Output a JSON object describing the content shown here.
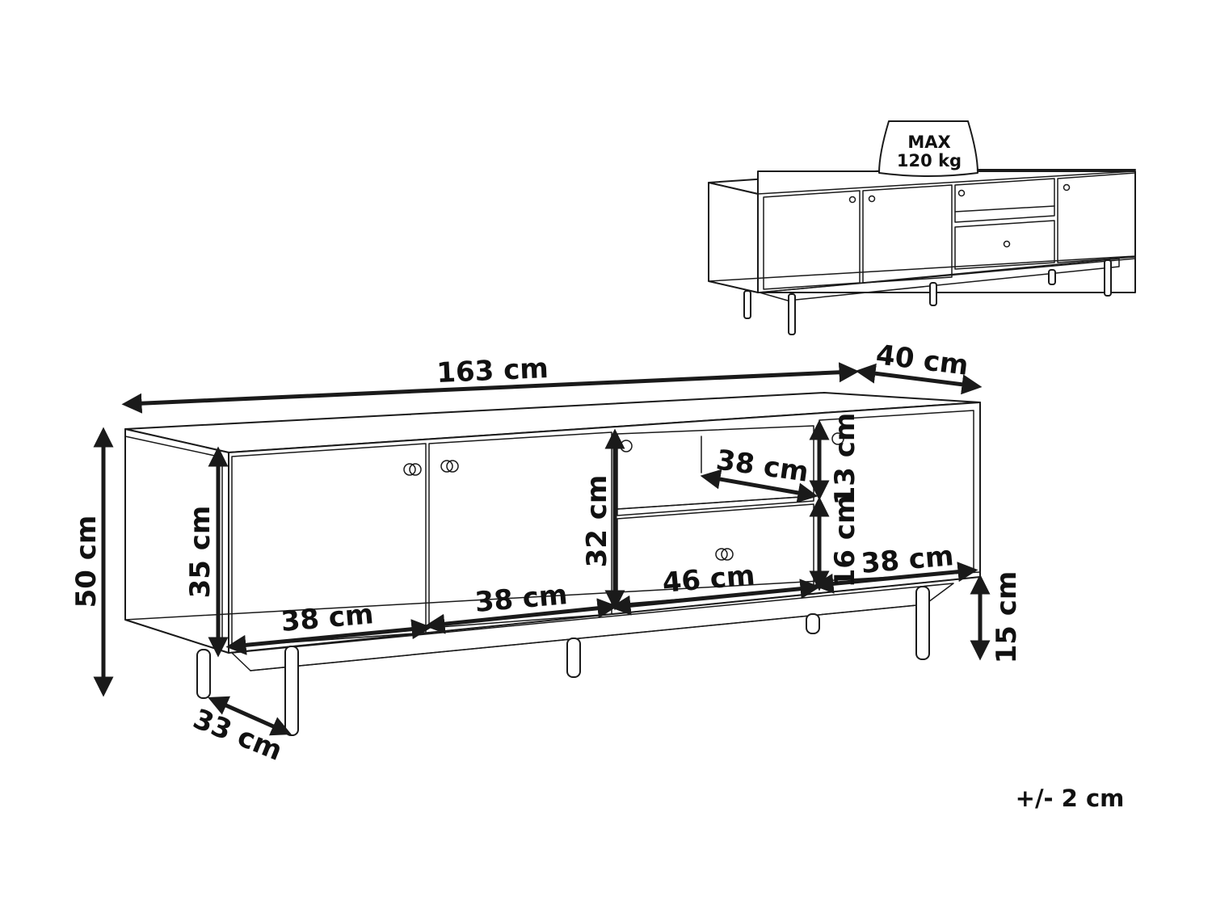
{
  "load": {
    "line1": "MAX",
    "line2": "120 kg"
  },
  "dimensions": {
    "total_width": "163 cm",
    "depth": "40 cm",
    "total_height": "50 cm",
    "cabinet_height": "35 cm",
    "door_left_width": "38 cm",
    "door_second_width": "38 cm",
    "drawer_width": "46 cm",
    "door_right_width": "38 cm",
    "middle_height": "32 cm",
    "shelf_width": "38 cm",
    "shelf_height": "13 cm",
    "drawer_height": "16 cm",
    "leg_height": "15 cm",
    "leg_depth": "33 cm"
  },
  "tolerance": "+/- 2 cm",
  "colors": {
    "line": "#1a1a1a",
    "background": "#ffffff"
  }
}
